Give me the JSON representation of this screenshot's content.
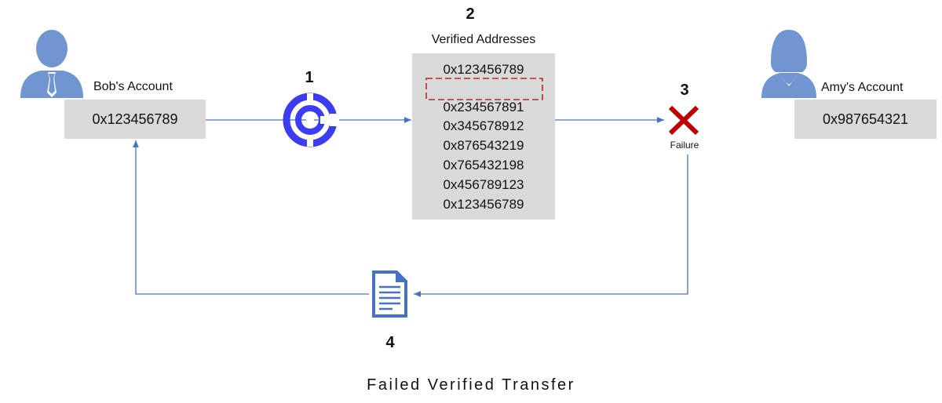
{
  "bob": {
    "label": "Bob's Account",
    "address": "0x123456789"
  },
  "amy": {
    "label": "Amy's Account",
    "address": "0x987654321"
  },
  "steps": [
    "1",
    "2",
    "3",
    "4"
  ],
  "verified": {
    "title": "Verified Addresses",
    "addresses": [
      "0x123456789",
      "0x234567891",
      "0x345678912",
      "0x876543219",
      "0x765432198",
      "0x456789123",
      "0x123456789"
    ]
  },
  "failure_label": "Failure",
  "caption": "Failed Verified Transfer",
  "colors": {
    "line": "#4472c4",
    "icon": "#7095d1",
    "coin": "#3c3cf0",
    "cross": "#c00000",
    "box": "#d9d9d9"
  }
}
